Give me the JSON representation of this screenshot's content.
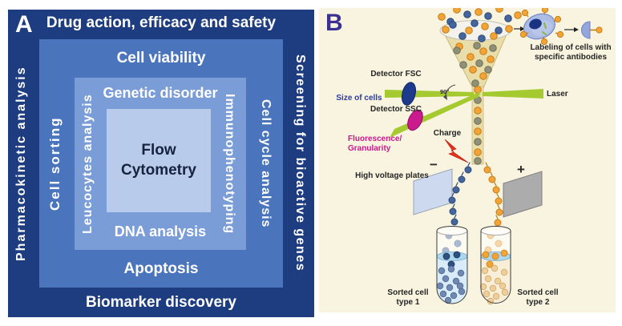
{
  "figure": {
    "panel_a": {
      "label": "A",
      "center": "Flow Cytometry",
      "outer_ring": {
        "top": "Drug action, efficacy and safety",
        "left": "Pharmacokinetic analysis",
        "right": "Screening for bioactive genes",
        "bottom": "Biomarker discovery"
      },
      "middle_ring": {
        "top": "Cell viability",
        "left": "Cell sorting",
        "right": "Cell cycle analysis",
        "bottom": "Apoptosis"
      },
      "inner_ring": {
        "top": "Genetic disorder",
        "left": "Leucocytes analysis",
        "right": "Immunophenotyping",
        "bottom": "DNA analysis"
      }
    },
    "panel_b": {
      "label": "B",
      "labels": {
        "labeling": "Labeling of cells with specific antibodies",
        "detector_fsc": "Detector FSC",
        "size_of_cells": "Size of cells",
        "laser": "Laser",
        "angle": "90°",
        "detector_ssc": "Detector SSC",
        "fluorescence_granularity": "Fluorescence/ Granularity",
        "charge": "Charge",
        "high_voltage_plates": "High voltage plates",
        "minus": "−",
        "plus": "+",
        "sorted_cell_1": "Sorted cell type 1",
        "sorted_cell_2": "Sorted cell type 2"
      }
    },
    "colors": {
      "panel_a_outer": "#1e3d80",
      "panel_a_middle": "#4a74bc",
      "panel_a_inner": "#7b9dd7",
      "panel_a_center": "#b9cbea",
      "panel_b_background": "#f9f4e0",
      "laser_green": "#a4ca2f",
      "detector_fsc_blue": "#1d3a8c",
      "detector_ssc_magenta": "#cb1a8e",
      "charge_red": "#e8311c",
      "cell_orange": "#f2a437",
      "cell_blue": "#44669c",
      "cell_olive": "#8f9077",
      "size_of_cells_text": "#2c3c9c",
      "panel_b_tag": "#3c3191"
    },
    "icons": {
      "charge": "lightning-bolt-icon",
      "antibody": "antibody-fan-icon",
      "detector": "lens-ellipse-icon",
      "flow": "arrow-icon"
    }
  }
}
